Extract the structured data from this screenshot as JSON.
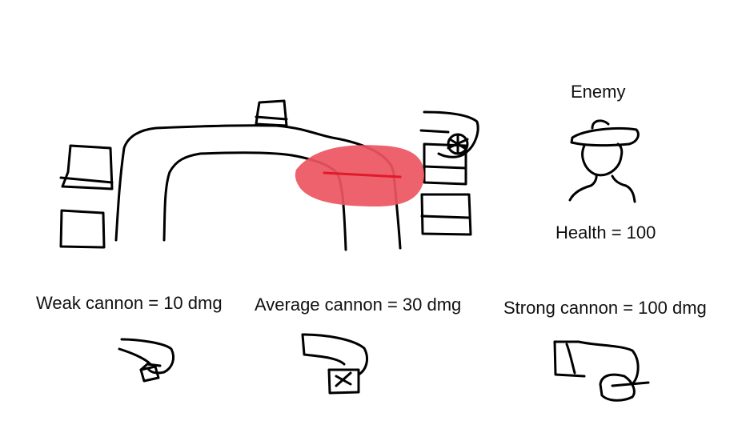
{
  "enemy": {
    "title": "Enemy",
    "health_text": "Health = 100",
    "health": 100
  },
  "cannons": [
    {
      "label": "Weak cannon = 10 dmg",
      "damage": 10
    },
    {
      "label": "Average cannon = 30 dmg",
      "damage": 30
    },
    {
      "label": "Strong cannon = 100 dmg",
      "damage": 100
    }
  ],
  "colors": {
    "ink": "#000000",
    "range_fill": "#ec5560",
    "laser": "#e11a2a"
  },
  "icons": [
    "tower-icon",
    "cannon-icon",
    "enemy-icon",
    "path-icon"
  ]
}
